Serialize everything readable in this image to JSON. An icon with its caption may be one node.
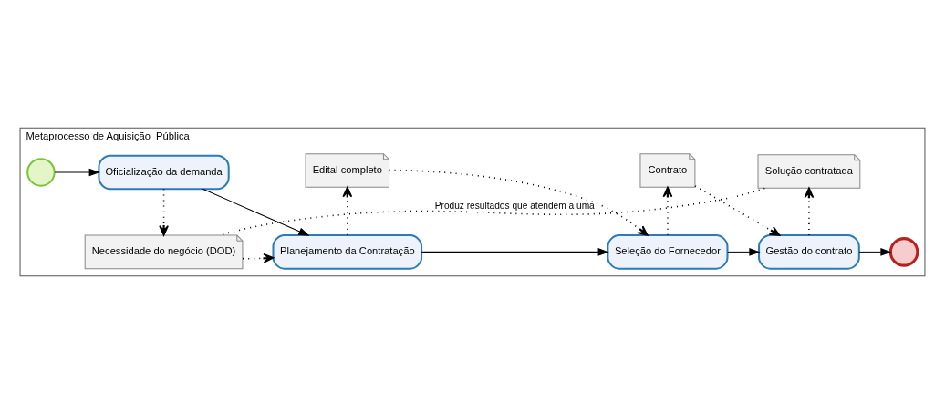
{
  "diagram": {
    "nodes": [
      {
        "text": [
          "Metaprocesso de Aquisição  Pública"
        ]
      },
      {
        "text": [],
        "shape": "circle",
        "in": 0
      },
      {
        "text": [
          "Oficialização da demanda"
        ],
        "in": 0
      },
      {
        "text": [
          "Planejamento da Contratação"
        ],
        "in": 0
      },
      {
        "text": [
          "Seleção do Fornecedor"
        ],
        "in": 0
      },
      {
        "text": [
          "Gestão do contrato"
        ],
        "in": 0
      },
      {
        "text": [],
        "shape": "circle",
        "in": 0
      },
      {
        "text": [
          "Edital completo"
        ],
        "in": 0
      },
      {
        "text": [
          "Contrato"
        ],
        "in": 0
      },
      {
        "text": [
          "Necessidade do negócio (DOD)"
        ],
        "in": 0
      },
      {
        "text": [
          "Solução contratada"
        ],
        "in": 0
      }
    ],
    "edges": [
      {
        "from": 1,
        "to": 2,
        "arrow": "to"
      },
      {
        "from": 2,
        "to": 3,
        "arrow": "to"
      },
      {
        "from": 3,
        "to": 4,
        "arrow": "to"
      },
      {
        "from": 4,
        "to": 5,
        "arrow": "to"
      },
      {
        "from": 5,
        "to": 6,
        "arrow": "to"
      },
      {
        "from": 3,
        "to": 7,
        "arrow": "to",
        "style": "dashed"
      },
      {
        "from": 7,
        "to": 4,
        "arrow": "to",
        "style": "dashed"
      },
      {
        "from": 4,
        "to": 8,
        "arrow": "to",
        "style": "dashed"
      },
      {
        "from": 8,
        "to": 5,
        "arrow": "to",
        "style": "dashed"
      },
      {
        "from": 2,
        "to": 9,
        "arrow": "to",
        "style": "dashed"
      },
      {
        "from": 9,
        "to": 3,
        "arrow": "to",
        "style": "dashed"
      },
      {
        "from": 5,
        "to": 10,
        "arrow": "to",
        "style": "dashed"
      },
      {
        "from": 10,
        "to": 9,
        "arrow": "none",
        "style": "dashed",
        "label": "Produz resultados que atendem a uma"
      }
    ]
  }
}
